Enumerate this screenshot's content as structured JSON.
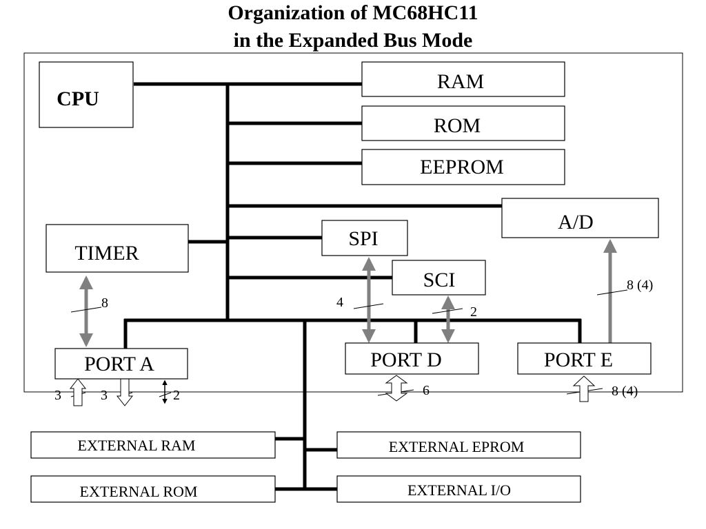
{
  "title": {
    "line1": "Organization of MC68HC11",
    "line2": "in the Expanded Bus Mode"
  },
  "blocks": {
    "cpu": "CPU",
    "ram": "RAM",
    "rom": "ROM",
    "eeprom": "EEPROM",
    "ad": "A/D",
    "spi": "SPI",
    "sci": "SCI",
    "timer": "TIMER",
    "port_a": "PORT A",
    "port_d": "PORT D",
    "port_e": "PORT E",
    "external_ram": "EXTERNAL RAM",
    "external_rom": "EXTERNAL ROM",
    "external_eprom": "EXTERNAL EPROM",
    "external_io": "EXTERNAL I/O"
  },
  "widths": {
    "timer_porta": "8",
    "spi_portd": "4",
    "sci_portd": "2",
    "porte_ad": "8 (4)",
    "porta_in": "3",
    "porta_out": "3",
    "porta_bidir": "2",
    "portd_io": "6",
    "porte_in": "8 (4)"
  },
  "colors": {
    "bus": "#000000",
    "connection": "#808080"
  }
}
